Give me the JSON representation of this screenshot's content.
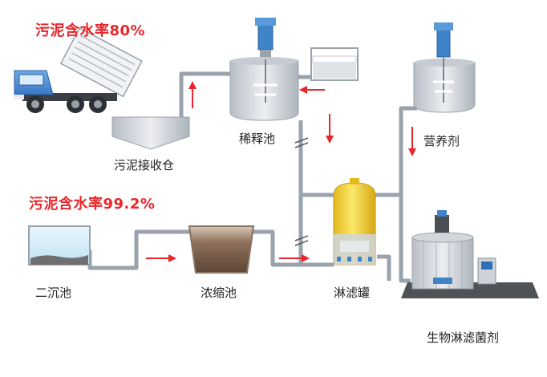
{
  "annotations": {
    "moisture_top": "污泥含水率80%",
    "moisture_bottom": "污泥含水率99.2%"
  },
  "labels": {
    "receiving_bin": "污泥接收仓",
    "dilution_tank": "稀释池",
    "nutrient": "营养剂",
    "secondary_clarifier": "二沉池",
    "thickener": "浓缩池",
    "leaching_tank": "淋滤罐",
    "bioleaching_agent": "生物淋滤菌剂"
  },
  "colors": {
    "pipe": "#9aa2ab",
    "arrow": "#e8262b",
    "tank_gray": "#d7dadf",
    "leaching_yellow": "#f2d63a",
    "truck_blue": "#2f6fb8"
  }
}
